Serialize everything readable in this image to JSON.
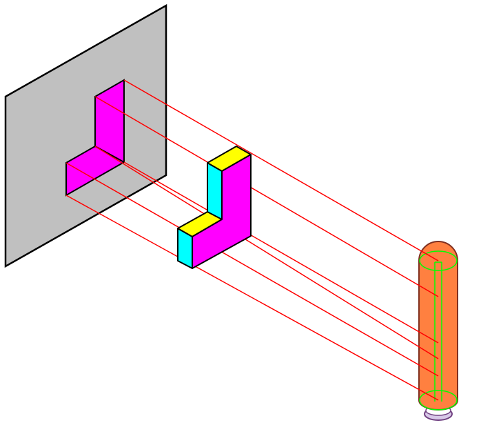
{
  "scene": {
    "description_visible_text": "",
    "colors": {
      "background": "#ffffff",
      "screen_plane": "#c0c0c0",
      "screen_outline": "#000000",
      "projection_shadow": "#ff00ff",
      "object_front": "#ff00ff",
      "object_top": "#ffff00",
      "object_side": "#00ffff",
      "projection_rays": "#ff0000",
      "light_cylinder": "#ff8040",
      "light_axis": "#00ff00",
      "light_base": "#c0a0d0"
    },
    "elements": {
      "screen": "projection-screen",
      "shadow": "l-shaped-shadow",
      "object": "l-shaped-block",
      "source": "cylindrical-light-source"
    }
  }
}
